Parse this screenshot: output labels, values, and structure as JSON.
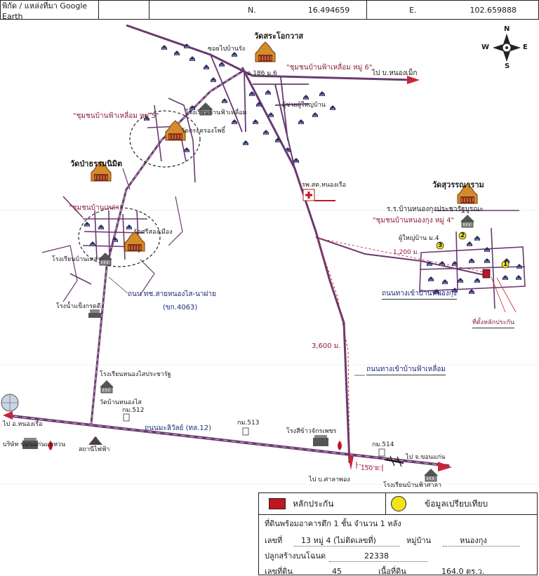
{
  "header": {
    "source_label": "พิกัด / แหล่งที่มา Google Earth",
    "n_label": "N.",
    "n_value": "16.494659",
    "e_label": "E.",
    "e_value": "102.659888"
  },
  "compass": {
    "n": "N",
    "s": "S",
    "e": "E",
    "w": "W"
  },
  "labels": {
    "wat_top": "วัดสระโอกวาส",
    "community_mu6": "\"ชุมชนบ้านฟ้าเหลื่อม หมู่ 6\"",
    "to_nong_mek": "ไป บ.หนองเม็ก",
    "small_road": "ซอยไปบ้านรัง",
    "ao_label": "อ.186 ม.6",
    "village_head_top": "ผู้ช่วยผู้ใหญ่บ้าน",
    "community_mu5": "\"ชุมชนบ้านฟ้าเหลื่อม หมู่ 5\"",
    "school_fa": "โรงเรียนบ้านฟ้าเหลื่อม",
    "wat_mid": "วัดกระครองโพธิ์",
    "hospital": "รพ.สต.หนองเรือ",
    "wat_left": "วัดป่าธรรมนิมิต",
    "wat_right": "วัดสุวรรณาราม",
    "school_right": "ร.ร.บ้านหนองกุงประชารัฐบูรณะ",
    "community_mu4": "\"ชุมชนบ้านหนองกุง หมู่ 4\"",
    "village_head_mu4": "ผู้ใหญ่บ้าน ม.4",
    "community_lao": "\"ชุมชนบ้านเหล่า\"",
    "wat_lao": "วัดศรีสองเมือง",
    "school_lao": "โรงเรียนบ้านเหล่า",
    "dist_1200": "1,200 ม.",
    "road_name": "ถนน ทช.สายหนองไส-นาฝาย",
    "road_code": "(ขก.4063)",
    "factory_ice": "โรงน้ำแข็งกรดดี",
    "road_nong_kung": "ถนนทางเข้าบ้านหนองกุง",
    "collateral_site": "ที่ตั้งหลักประกัน",
    "dist_3600": "3,600 ม.",
    "road_fa": "ถนนทางเข้าบ้านฟ้าเหลื่อม",
    "school_nongsai": "โรงเรียนหนองไสประชารัฐ",
    "wat_nongsai": "วัดบ้านหนองไส",
    "km512": "กม.512",
    "to_nongruea": "ไป อ.หนองเรือ",
    "company": "บริษัท ขอนแก่นแพหวน",
    "power_station": "สถานีไฟฟ้า",
    "highway": "ถนนมะลิวัลย์ (ทล.12)",
    "km513": "กม.513",
    "rice_mill": "โรงสีข้าวจักรเพชร",
    "km514": "กม.514",
    "to_khonkaen": "ไป จ.ขอนแก่น",
    "dist_150": "150 ม.",
    "to_saat": "ไป บ.ศาลาพอง",
    "school_bottom": "โรงเรียนบ้านฟ้าศาลา",
    "num1": "1",
    "num2": "2",
    "num3": "3"
  },
  "legend": {
    "collateral": "หลักประกัน",
    "comparison": "ข้อมูลเปรียบเทียบ",
    "description": "ที่ดินพร้อมอาคารตึก 1 ชั้น จำนวน 1 หลัง",
    "no_label": "เลขที่",
    "no_value": "13 หมู่ 4 (ไม่ติดเลขที่)",
    "village_label": "หมู่บ้าน",
    "village_value": "หนองกุง",
    "deed_label": "ปลูกสร้างบนโฉนด",
    "deed_value": "22338",
    "land_no_label": "เลขที่ดิน",
    "land_no_value": "45",
    "area_label": "เนื้อที่ดิน",
    "area_value": "164.0 ตร.ว."
  },
  "colors": {
    "road": "#6a3a70",
    "road_light": "#b79ab8",
    "community_text": "#8b1f3c",
    "marker_red": "#c0161f",
    "marker_yellow": "#f5e31a",
    "arrow": "#c8253a"
  }
}
